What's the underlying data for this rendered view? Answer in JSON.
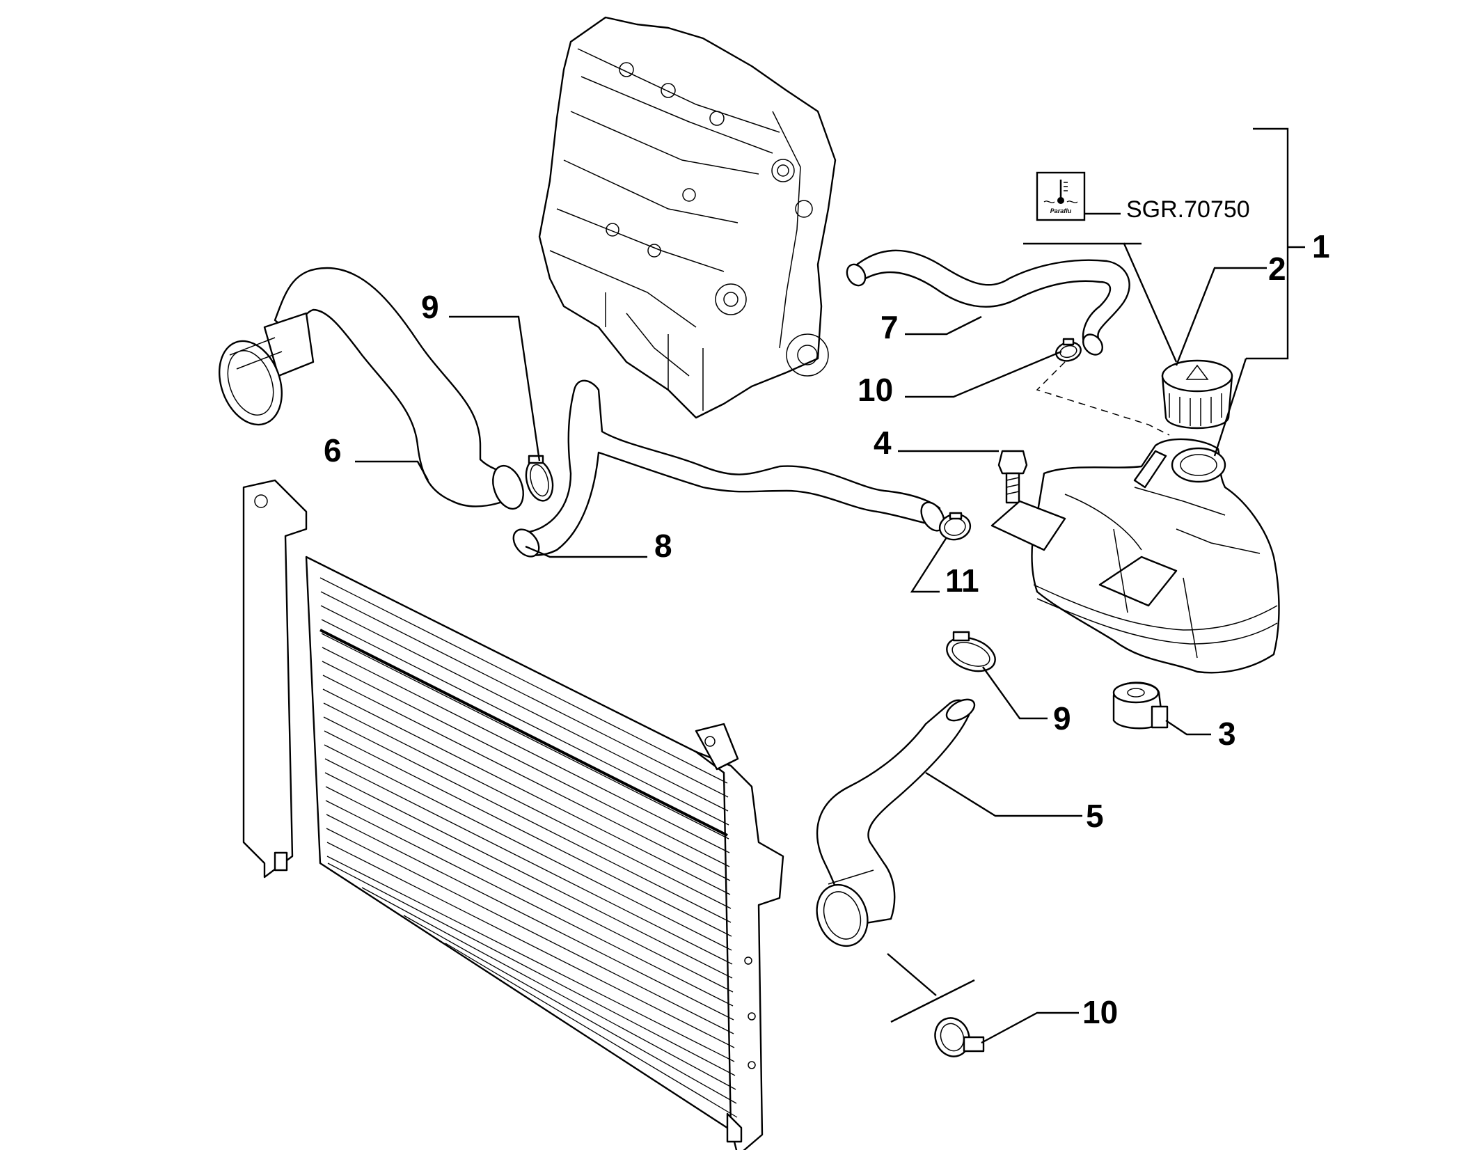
{
  "callouts": {
    "c1": "1",
    "c2": "2",
    "c3": "3",
    "c4": "4",
    "c5": "5",
    "c6": "6",
    "c7": "7",
    "c8": "8",
    "c9a": "9",
    "c9b": "9",
    "c10a": "10",
    "c10b": "10",
    "c11": "11"
  },
  "reference": {
    "code": "SGR.70750",
    "icon_caption": "Paraflu",
    "icon": "coolant-thermometer-icon"
  },
  "colors": {
    "line": "#000000",
    "background": "#ffffff"
  }
}
